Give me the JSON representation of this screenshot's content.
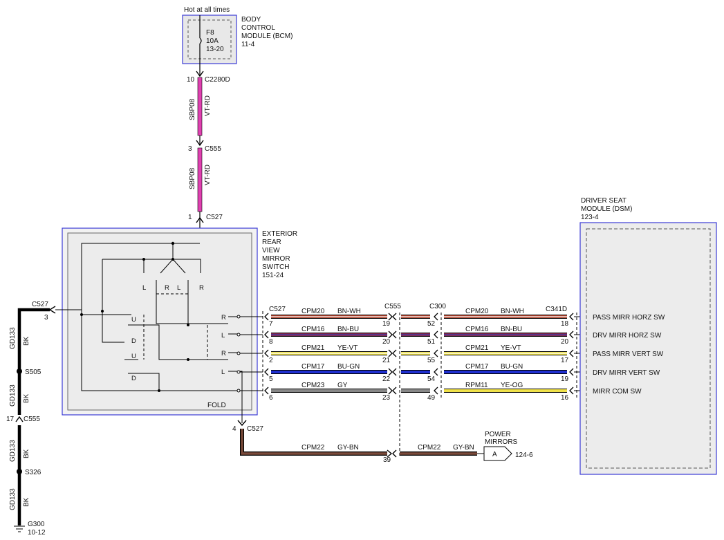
{
  "top": {
    "hot_label": "Hot at all times"
  },
  "bcm": {
    "name_lines": [
      "BODY",
      "CONTROL",
      "MODULE (BCM)",
      "11-4"
    ],
    "fuse_lines": [
      "F8",
      "10A",
      "13-20"
    ]
  },
  "vertical_wire": {
    "pin_10": "10",
    "conn_c2280d": "C2280D",
    "circuit_a": "SBP08",
    "color_a": "VT-RD",
    "pin_3": "3",
    "conn_c555": "C555",
    "circuit_b": "SBP08",
    "color_b": "VT-RD",
    "pin_1": "1",
    "conn_c527": "C527"
  },
  "switch": {
    "name_lines": [
      "EXTERIOR",
      "REAR",
      "VIEW",
      "MIRROR",
      "SWITCH",
      "151-24"
    ],
    "fold": "FOLD",
    "contact_labels": {
      "L1": "L",
      "R1": "R",
      "L2": "L",
      "R2": "R",
      "U1": "U",
      "D1": "D",
      "U2": "U",
      "D2": "D",
      "Rout1": "R",
      "Lout1": "L",
      "Rout2": "R",
      "Lout2": "L"
    }
  },
  "ground": {
    "conn_top": "C527",
    "pin_top": "3",
    "circuit_1": "GD133",
    "color_1": "BK",
    "splice_1": "S505",
    "circuit_2": "GD133",
    "color_2": "BK",
    "pin_c555": "17",
    "conn_c555": "C555",
    "circuit_3": "GD133",
    "color_3": "BK",
    "splice_2": "S326",
    "circuit_4": "GD133",
    "color_4": "BK",
    "ground_id": "G300",
    "ground_ref": "10-12"
  },
  "connectors": {
    "c527": "C527",
    "c555": "C555",
    "c300": "C300",
    "c341d": "C341D"
  },
  "wires": [
    {
      "c527_pin": "7",
      "circuit_a": "CPM20",
      "color_a": "BN-WH",
      "c555_pin": "19",
      "c300_pin": "52",
      "circuit_b": "CPM20",
      "color_b": "BN-WH",
      "dsm_pin": "18",
      "dsm_label": "PASS MIRR HORZ SW",
      "hex_main": "#b5442e",
      "hex_stripe": "#ffffff"
    },
    {
      "c527_pin": "8",
      "circuit_a": "CPM16",
      "color_a": "BN-BU",
      "c555_pin": "20",
      "c300_pin": "51",
      "circuit_b": "CPM16",
      "color_b": "BN-BU",
      "dsm_pin": "20",
      "dsm_label": "DRV MIRR HORZ SW",
      "hex_main": "#8a2a52",
      "hex_stripe": "#3a3aa8"
    },
    {
      "c527_pin": "2",
      "circuit_a": "CPM21",
      "color_a": "YE-VT",
      "c555_pin": "21",
      "c300_pin": "55",
      "circuit_b": "CPM21",
      "color_b": "YE-VT",
      "dsm_pin": "17",
      "dsm_label": "PASS MIRR VERT SW",
      "hex_main": "#f0e24a",
      "hex_stripe": "#ffffff"
    },
    {
      "c527_pin": "5",
      "circuit_a": "CPM17",
      "color_a": "BU-GN",
      "c555_pin": "22",
      "c300_pin": "54",
      "circuit_b": "CPM17",
      "color_b": "BU-GN",
      "dsm_pin": "19",
      "dsm_label": "DRV MIRR VERT SW",
      "hex_main": "#1f2fd0",
      "hex_stripe": "#1f2fd0"
    },
    {
      "c527_pin": "6",
      "circuit_a": "CPM23",
      "color_a": "GY",
      "c555_pin": "23",
      "c300_pin": "49",
      "circuit_b": "RPM11",
      "color_b": "YE-OG",
      "dsm_pin": "16",
      "dsm_label": "MIRR COM SW",
      "hex_main": "#888888",
      "hex_stripe": "#888888",
      "hex_main_b": "#f0e24a"
    }
  ],
  "power_mirror": {
    "pin_c527": "4",
    "conn_c527": "C527",
    "circuit_a": "CPM22",
    "color_a": "GY-BN",
    "c555_pin": "39",
    "circuit_b": "CPM22",
    "color_b": "GY-BN",
    "name_lines": [
      "POWER",
      "MIRRORS"
    ],
    "flag": "A",
    "ref": "124-6"
  },
  "dsm": {
    "name_lines": [
      "DRIVER SEAT",
      "MODULE (DSM)",
      "123-4"
    ]
  },
  "colors": {
    "module_border": "#3b3bd6",
    "vt_rd": "#e040b0",
    "bk": "#000000",
    "gy_bn": "#7a4a3a"
  }
}
